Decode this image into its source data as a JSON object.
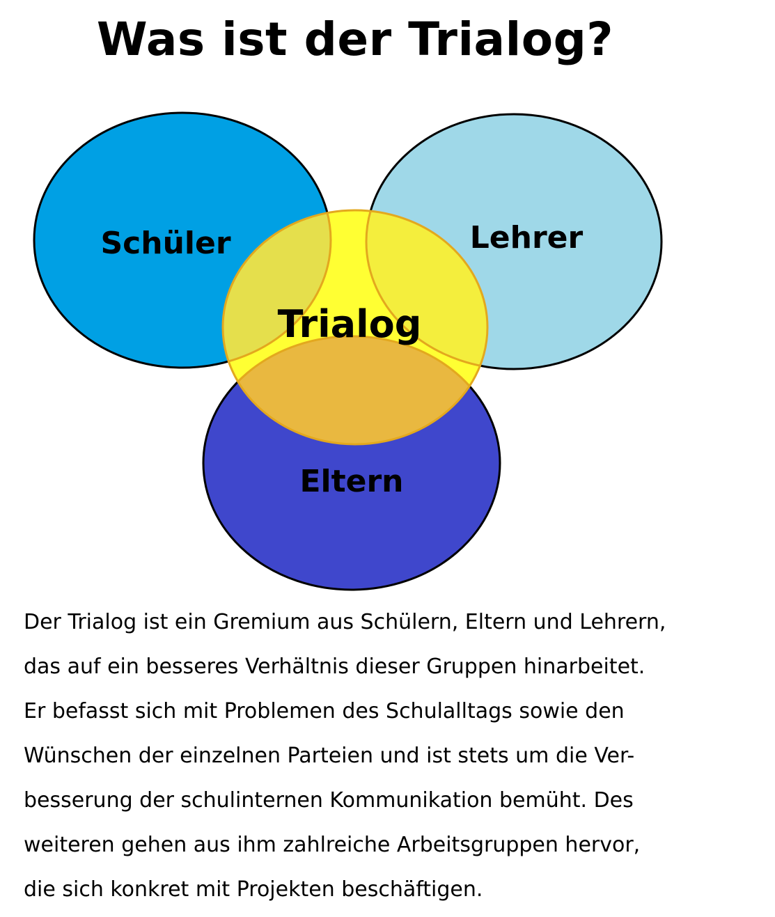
{
  "title": "Was ist der Trialog?",
  "diagram": {
    "circles": {
      "schueler": {
        "label": "Schüler",
        "color": "#00a0e4"
      },
      "lehrer": {
        "label": "Lehrer",
        "color": "#9fd8e8"
      },
      "eltern": {
        "label": "Eltern",
        "color": "#3f47cc"
      },
      "trialog": {
        "label": "Trialog",
        "color": "#ffff33",
        "stroke": "#e3a81e"
      }
    }
  },
  "description": {
    "lines": [
      "Der Trialog ist ein Gremium aus Schülern, Eltern und Lehrern,",
      "das auf ein besseres Verhältnis dieser Gruppen hinarbeitet.",
      "Er befasst sich mit Problemen des Schulalltags sowie den",
      "Wünschen der einzelnen Parteien und ist stets um die Ver-",
      "besserung der schulinternen Kommunikation bemüht. Des",
      "weiteren gehen aus ihm zahlreiche Arbeitsgruppen hervor,",
      "die sich konkret mit Projekten beschäftigen."
    ]
  }
}
